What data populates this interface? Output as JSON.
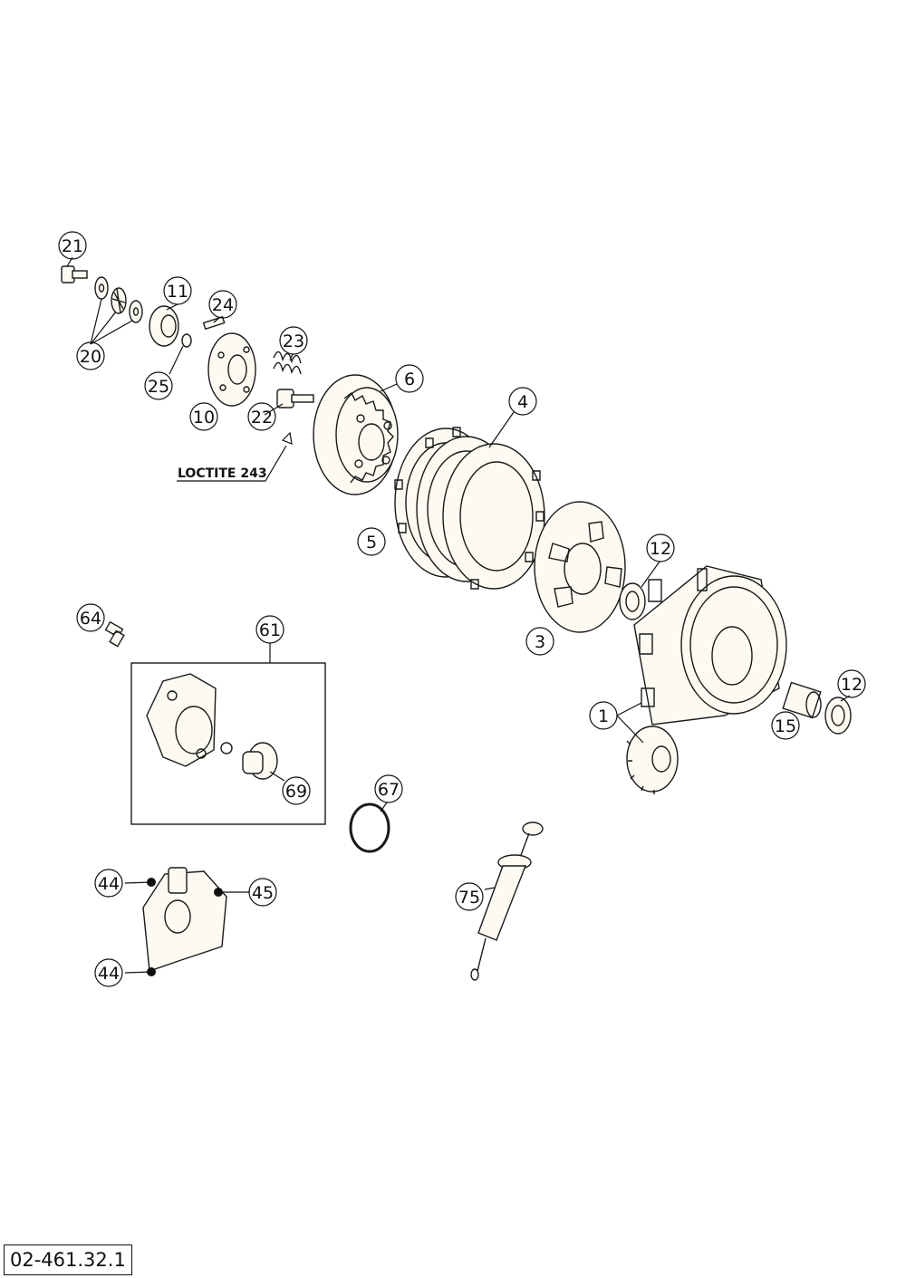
{
  "diagram": {
    "doc_number": "02-461.32.1",
    "note": "LOCTITE 243",
    "callouts": {
      "c21": "21",
      "c20": "20",
      "c11": "11",
      "c24": "24",
      "c25": "25",
      "c10": "10",
      "c23": "23",
      "c22": "22",
      "c6": "6",
      "c4": "4",
      "c5": "5",
      "c12a": "12",
      "c3": "3",
      "c12b": "12",
      "c1": "1",
      "c15": "15",
      "c64": "64",
      "c61": "61",
      "c69": "69",
      "c67": "67",
      "c44a": "44",
      "c45": "45",
      "c44b": "44",
      "c75": "75"
    }
  }
}
